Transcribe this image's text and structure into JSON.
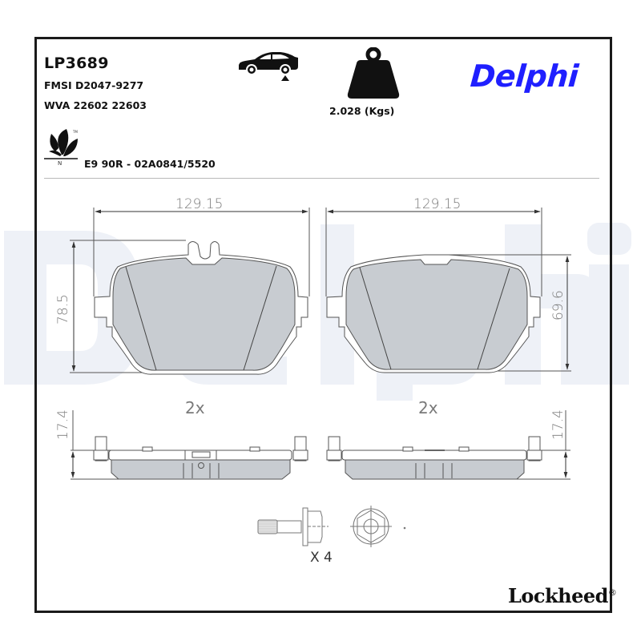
{
  "header": {
    "part_number": "LP3689",
    "fmsi": "FMSI D2047-9277",
    "wva": "WVA 22602 22603",
    "ece_approval": "E9 90R - 02A0841/5520",
    "weight": "2.028 (Kgs)",
    "brand": "Delphi",
    "brand_color": "#1f1fff"
  },
  "icons": {
    "axle_position": "car-rear-axle-icon",
    "weight": "weight-icon",
    "eco": "leaf-eco-icon",
    "eco_letter": "N"
  },
  "drawing": {
    "pad_left": {
      "width_dim": "129.15",
      "height_dim": "78.5",
      "quantity": "2x",
      "thickness_dim": "17.4"
    },
    "pad_right": {
      "width_dim": "129.15",
      "height_dim": "69.6",
      "quantity": "2x",
      "thickness_dim": "17.4"
    },
    "bolt": {
      "quantity": "X 4"
    }
  },
  "footer": {
    "brand": "Lockheed",
    "trademark": "®"
  },
  "watermark": {
    "text": "Delphi",
    "color": "#eef1f7"
  }
}
